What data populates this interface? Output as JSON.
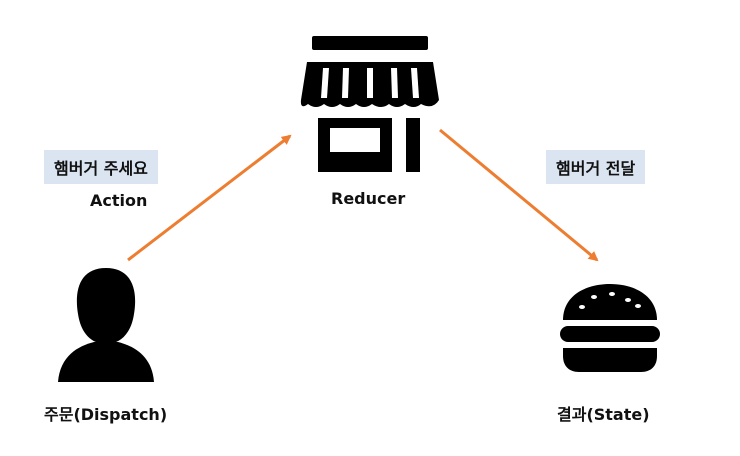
{
  "nodes": {
    "reducer": {
      "label": "Reducer",
      "icon": "store-icon"
    },
    "dispatch": {
      "label": "주문(Dispatch)",
      "icon": "person-icon"
    },
    "state": {
      "label": "결과(State)",
      "icon": "hamburger-icon"
    }
  },
  "edges": {
    "dispatch_to_reducer": {
      "tag": "햄버거 주세요",
      "label": "Action"
    },
    "reducer_to_state": {
      "tag": "햄버거 전달"
    }
  },
  "colors": {
    "arrow": "#ed7d31",
    "tag_bg": "#dbe4f1",
    "icon": "#000000"
  }
}
